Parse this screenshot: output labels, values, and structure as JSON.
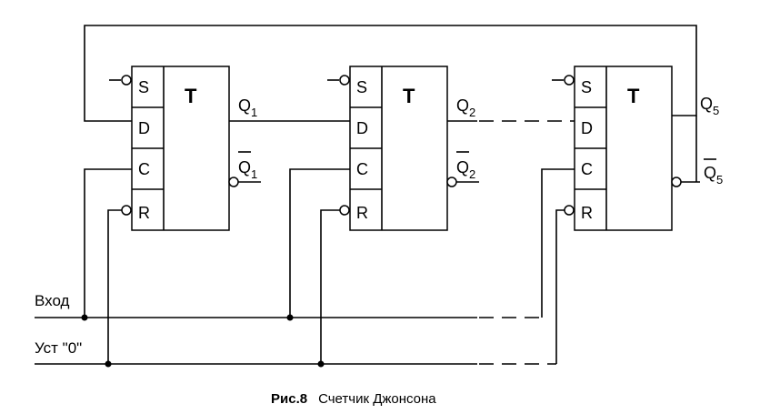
{
  "flipflops": [
    {
      "type_label": "T",
      "pins": [
        "S",
        "D",
        "C",
        "R"
      ],
      "q_main": "Q",
      "q_sub": "1",
      "qbar_main": "Q",
      "qbar_sub": "1"
    },
    {
      "type_label": "T",
      "pins": [
        "S",
        "D",
        "C",
        "R"
      ],
      "q_main": "Q",
      "q_sub": "2",
      "qbar_main": "Q",
      "qbar_sub": "2"
    },
    {
      "type_label": "T",
      "pins": [
        "S",
        "D",
        "C",
        "R"
      ],
      "q_main": "Q",
      "q_sub": "5",
      "qbar_main": "Q",
      "qbar_sub": "5"
    }
  ],
  "inputs": {
    "clock": "Вход",
    "reset": "Уст \"0\""
  },
  "caption": {
    "prefix": "Рис.8",
    "title": "Счетчик Джонсона"
  }
}
